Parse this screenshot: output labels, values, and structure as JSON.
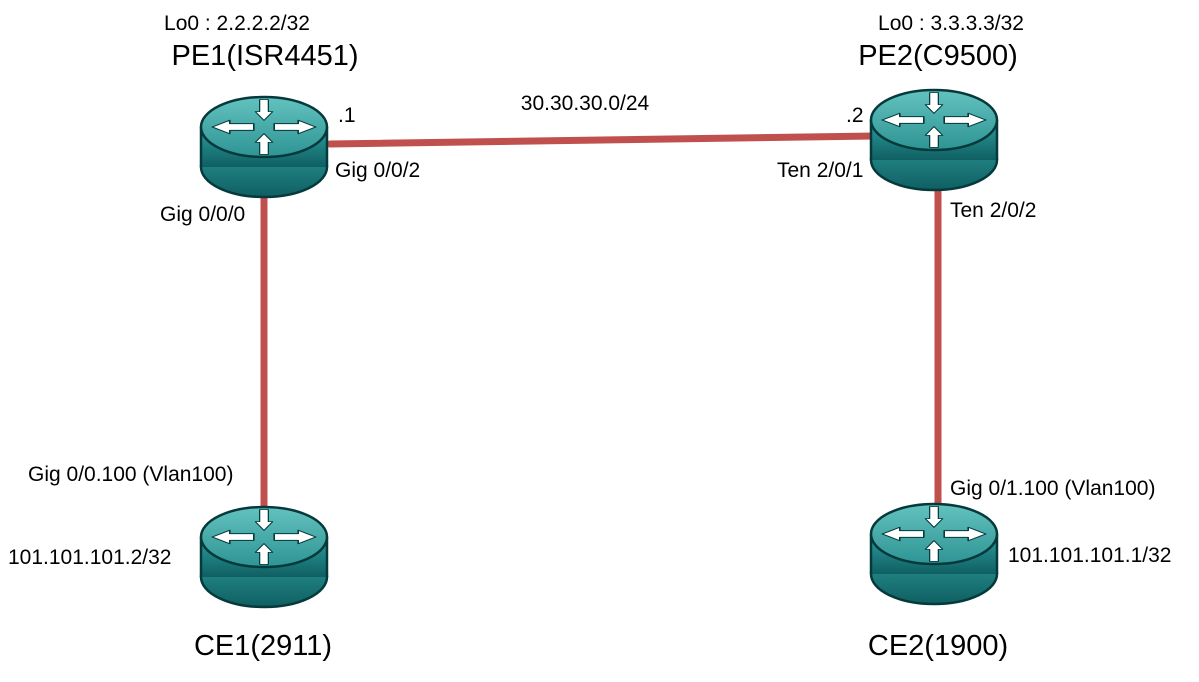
{
  "diagram": {
    "link_color": "#c0504d",
    "icons": {
      "router": "cisco-router-icon"
    },
    "nodes": {
      "pe1": {
        "loopback": "Lo0 : 2.2.2.2/32",
        "title": "PE1(ISR4451)"
      },
      "pe2": {
        "loopback": "Lo0 : 3.3.3.3/32",
        "title": "PE2(C9500)"
      },
      "ce1": {
        "title": "CE1(2911)",
        "ip": "101.101.101.2/32"
      },
      "ce2": {
        "title": "CE2(1900)",
        "ip": "101.101.101.1/32"
      }
    },
    "links": {
      "pe1_pe2": {
        "subnet": "30.30.30.0/24",
        "pe1_addr": ".1",
        "pe2_addr": ".2",
        "pe1_interface": "Gig 0/0/2",
        "pe2_interface": "Ten 2/0/1"
      },
      "pe1_ce1": {
        "pe1_interface": "Gig 0/0/0",
        "ce1_interface": "Gig 0/0.100 (Vlan100)"
      },
      "pe2_ce2": {
        "pe2_interface": "Ten 2/0/2",
        "ce2_interface": "Gig 0/1.100 (Vlan100)"
      }
    }
  }
}
